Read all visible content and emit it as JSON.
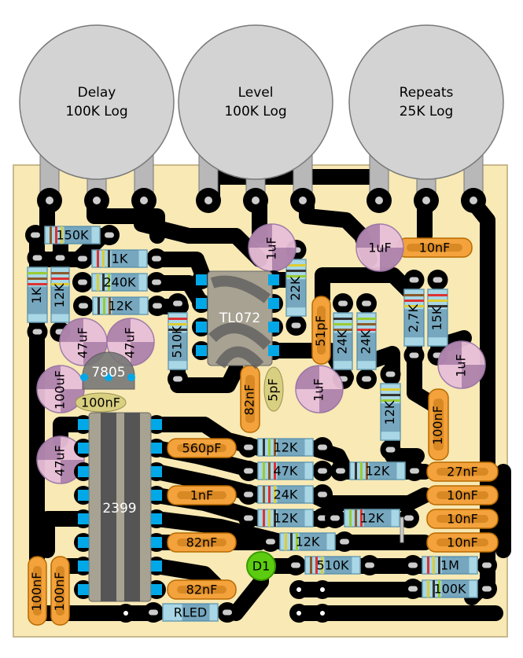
{
  "colors": {
    "board": "#f8e9b5",
    "trace": "#000000",
    "resistor": "#a9d7e5",
    "film_cap": "#f3a23c",
    "electrolytic": "#e8bfd8",
    "pad": "#00a8e8",
    "led": "#5ccc10"
  },
  "pots": [
    {
      "name": "Delay",
      "value": "100K Log"
    },
    {
      "name": "Level",
      "value": "100K Log"
    },
    {
      "name": "Repeats",
      "value": "25K Log"
    }
  ],
  "ics": {
    "opamp": "TL072",
    "delay_chip": "2399",
    "regulator": "7805"
  },
  "diode": "D1",
  "resistors": {
    "r150k": "150K",
    "r1k_h": "1K",
    "r240k": "240K",
    "r12k_a": "12K",
    "r1k_v": "1K",
    "r12k_v": "12K",
    "r510k_a": "510K",
    "r22k": "22K",
    "r24k_a": "24K",
    "r24k_b": "24K",
    "r2k7": "2,7K",
    "r15k": "15K",
    "r12k_b": "12K",
    "r12k_c": "12K",
    "r47k": "47K",
    "r24k_c": "24K",
    "r12k_d": "12K",
    "r12k_e": "12K",
    "r12k_f": "12K",
    "r12k_g": "12K",
    "r510k_b": "510K",
    "r1m": "1M",
    "r100k": "100K",
    "rled": "RLED"
  },
  "capacitors": {
    "c10nf_top": "10nF",
    "c51pf": "51pF",
    "c82nf_v": "82nF",
    "c100nf_r": "100nF",
    "c560pf": "560pF",
    "c1nf": "1nF",
    "c82nf_a": "82nF",
    "c82nf_b": "82nF",
    "c27nf": "27nF",
    "c10nf_a": "10nF",
    "c10nf_b": "10nF",
    "c10nf_c": "10nF",
    "c100nf_l1": "100nF",
    "c100nf_l2": "100nF",
    "c5pf": "5pF",
    "c100nf_reg": "100nF"
  },
  "electrolytics": {
    "e1uf_a": "1uF",
    "e1uf_b": "1uF",
    "e47uf_a": "47uF",
    "e47uf_b": "47uF",
    "e100uf": "100uF",
    "e1uf_c": "1uF",
    "e1uf_d": "1uF",
    "e47uf_c": "47uF"
  }
}
